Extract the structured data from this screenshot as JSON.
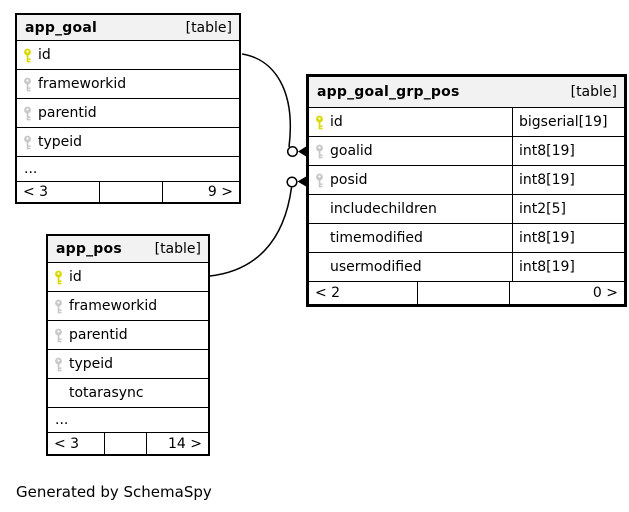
{
  "note": "Generated by SchemaSpy",
  "colors": {
    "pk_key": "#d9d900",
    "fk_key": "#c8c8c8",
    "header_bg": "#f2f2f2",
    "border": "#000000"
  },
  "tables": [
    {
      "name": "app_goal",
      "tag": "[table]",
      "columns": [
        {
          "name": "id",
          "key": "pk"
        },
        {
          "name": "frameworkid",
          "key": "fk"
        },
        {
          "name": "parentid",
          "key": "fk"
        },
        {
          "name": "typeid",
          "key": "fk"
        }
      ],
      "more": "...",
      "footer": {
        "children": "< 3",
        "parents": "9 >"
      }
    },
    {
      "name": "app_goal_grp_pos",
      "tag": "[table]",
      "columns": [
        {
          "name": "id",
          "key": "pk",
          "type": "bigserial[19]"
        },
        {
          "name": "goalid",
          "key": "fk",
          "type": "int8[19]"
        },
        {
          "name": "posid",
          "key": "fk",
          "type": "int8[19]"
        },
        {
          "name": "includechildren",
          "key": "",
          "type": "int2[5]"
        },
        {
          "name": "timemodified",
          "key": "",
          "type": "int8[19]"
        },
        {
          "name": "usermodified",
          "key": "",
          "type": "int8[19]"
        }
      ],
      "footer": {
        "children": "< 2",
        "parents": "0 >"
      }
    },
    {
      "name": "app_pos",
      "tag": "[table]",
      "columns": [
        {
          "name": "id",
          "key": "pk"
        },
        {
          "name": "frameworkid",
          "key": "fk"
        },
        {
          "name": "parentid",
          "key": "fk"
        },
        {
          "name": "typeid",
          "key": "fk"
        },
        {
          "name": "totarasync",
          "key": ""
        }
      ],
      "more": "...",
      "footer": {
        "children": "< 3",
        "parents": "14 >"
      }
    }
  ]
}
